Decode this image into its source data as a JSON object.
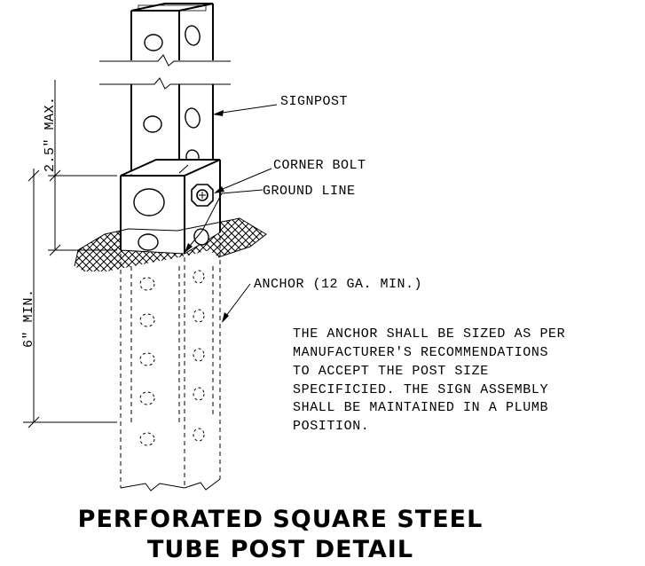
{
  "labels": {
    "signpost": "SIGNPOST",
    "corner_bolt": "CORNER BOLT",
    "ground_line": "GROUND LINE",
    "anchor": "ANCHOR (12 GA. MIN.)",
    "max_dim": "2.5\" MAX.",
    "min_dim": "6\" MIN."
  },
  "note": {
    "lines": [
      "THE ANCHOR SHALL BE SIZED AS PER",
      "MANUFACTURER'S RECOMMENDATIONS",
      "TO ACCEPT THE POST SIZE",
      "SPECIFICIED. THE SIGN ASSEMBLY",
      "SHALL BE MAINTAINED IN A PLUMB",
      "POSITION."
    ]
  },
  "title": {
    "line1": "PERFORATED SQUARE STEEL",
    "line2": "TUBE POST DETAIL"
  }
}
